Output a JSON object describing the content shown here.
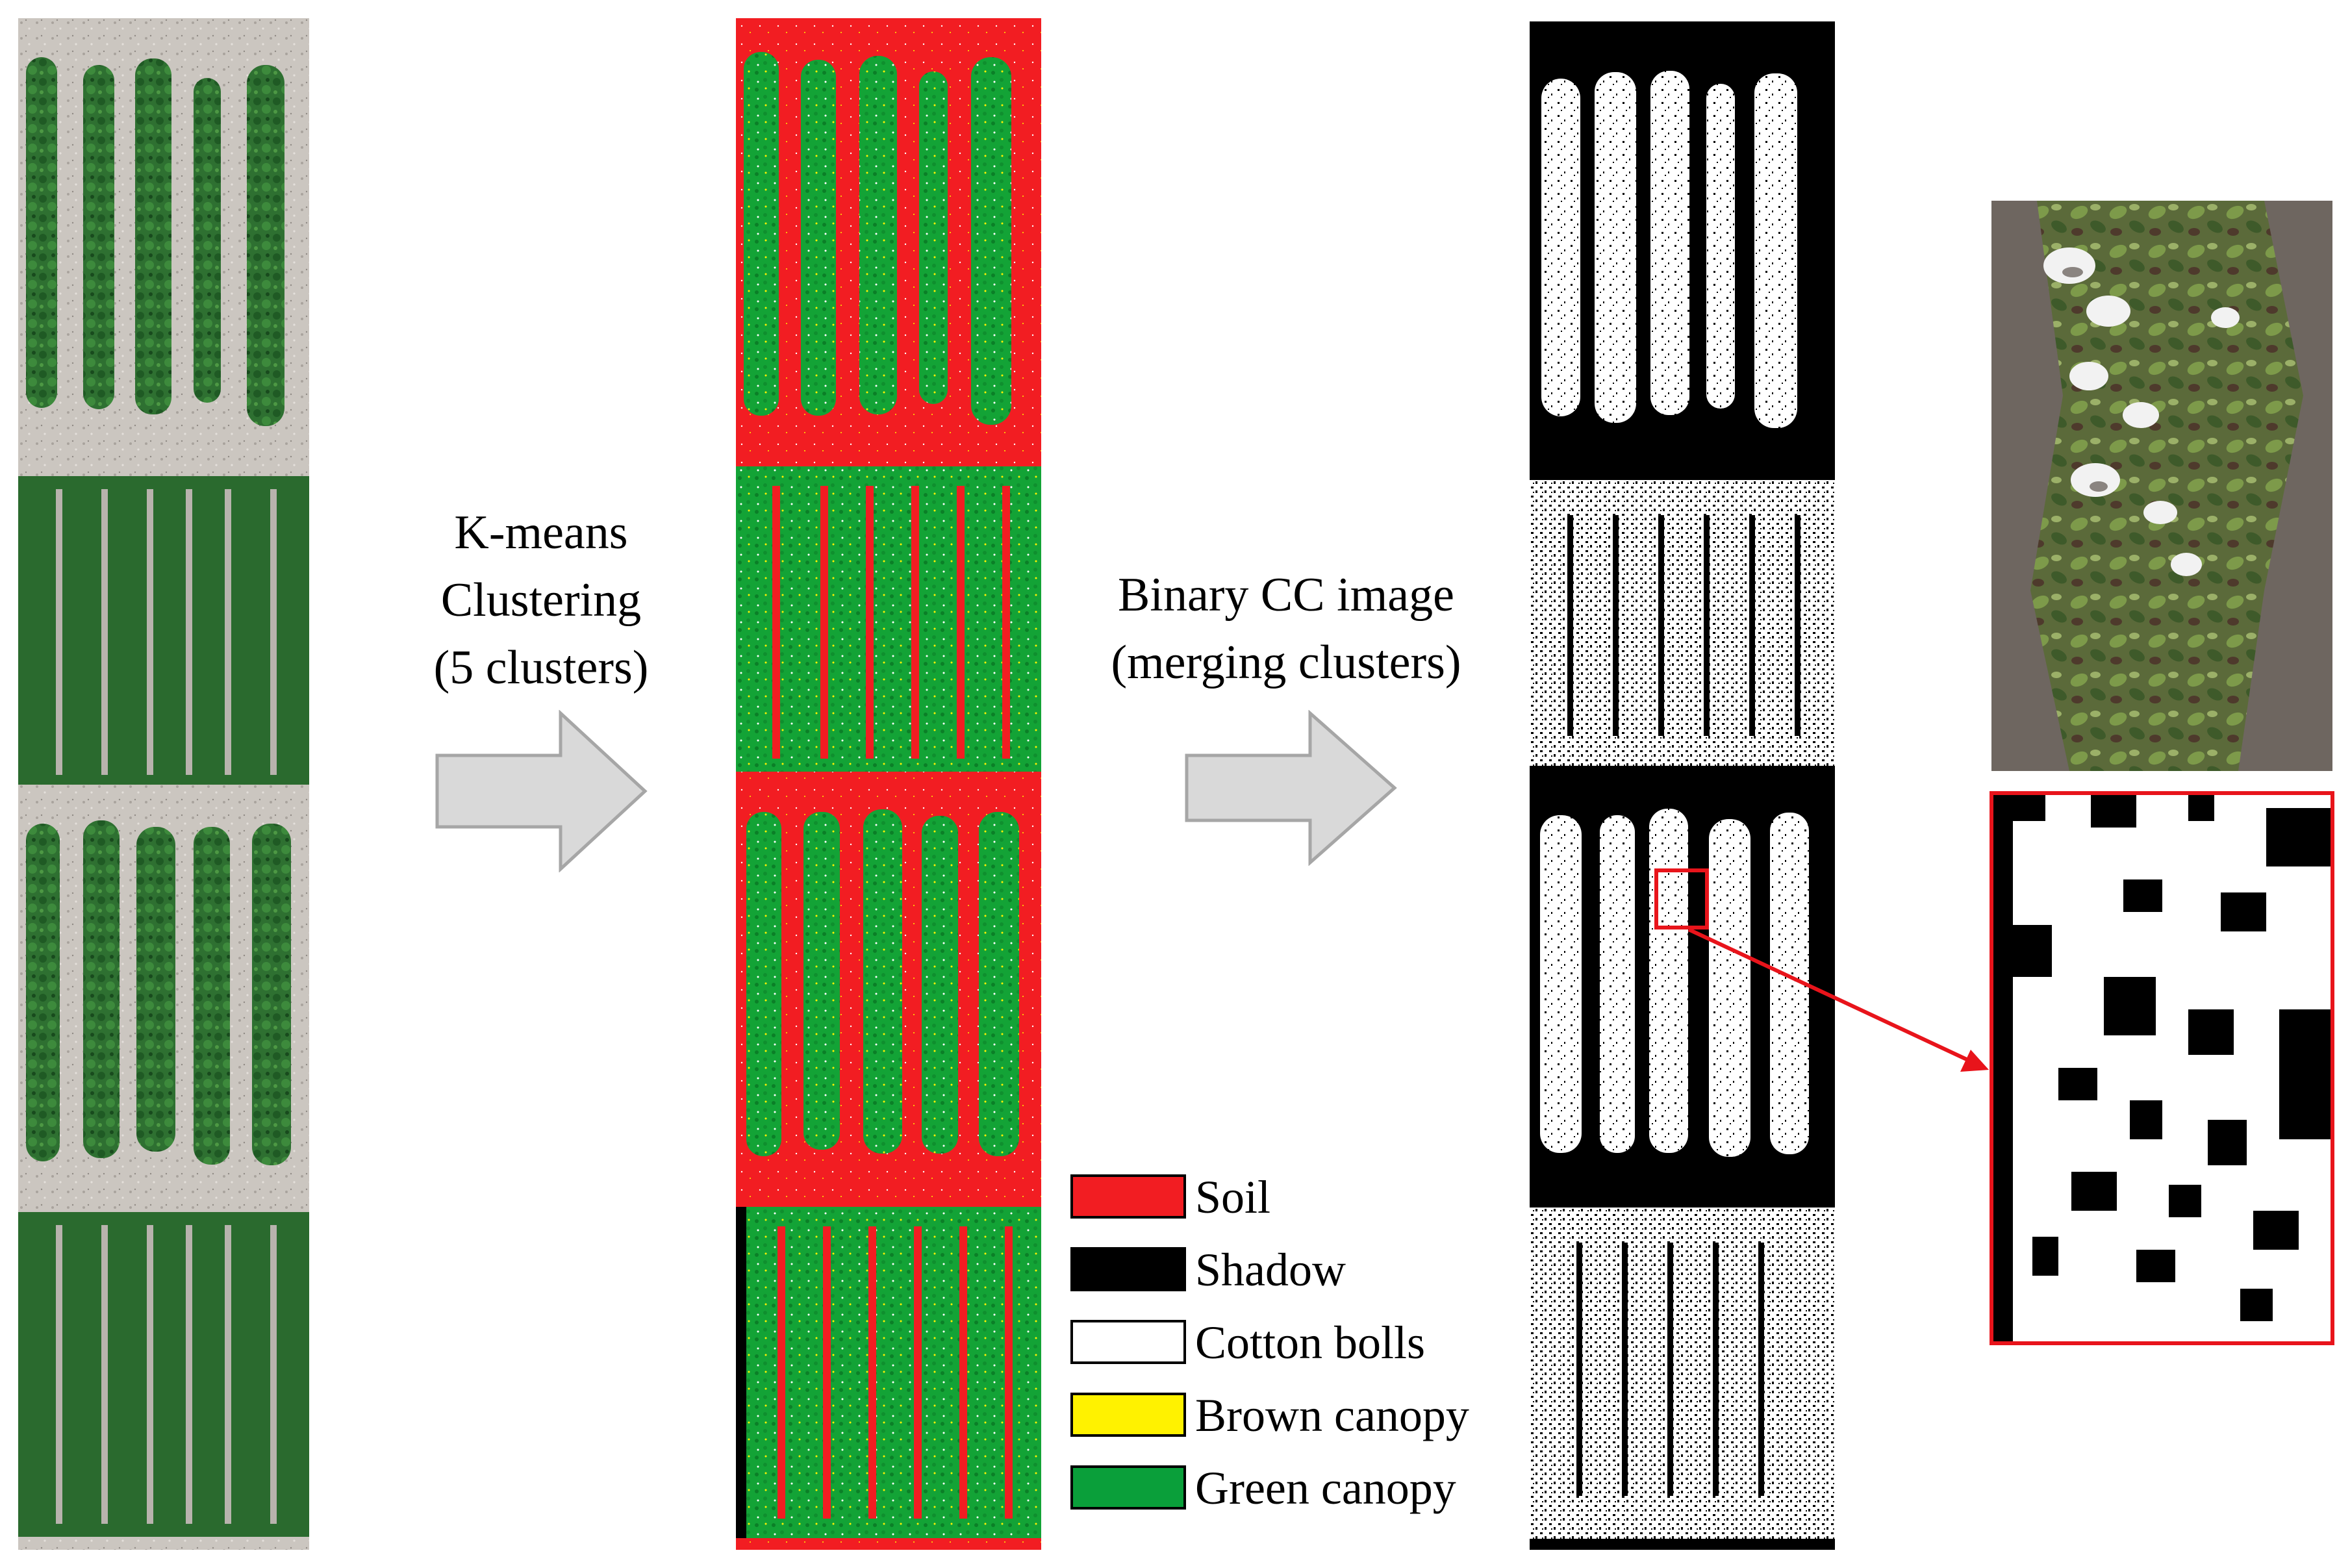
{
  "steps": {
    "step1_lines": [
      "K-means",
      "Clustering",
      "(5 clusters)"
    ],
    "step2_lines": [
      "Binary CC image",
      "(merging clusters)"
    ]
  },
  "legend": {
    "items": [
      {
        "label": "Soil",
        "color": "#f21d22"
      },
      {
        "label": "Shadow",
        "color": "#000000"
      },
      {
        "label": "Cotton bolls",
        "color": "#ffffff"
      },
      {
        "label": "Brown canopy",
        "color": "#fff200"
      },
      {
        "label": "Green canopy",
        "color": "#0a9f3a"
      }
    ]
  },
  "colors": {
    "soil_rgb": "#c9c4be",
    "canopy_rgb": "#2f6e2e",
    "soil_class": "#f21d22",
    "green_class": "#12a335",
    "arrow_fill": "#d9d9d9",
    "arrow_stroke": "#a6a6a6",
    "highlight": "#e8141b"
  }
}
